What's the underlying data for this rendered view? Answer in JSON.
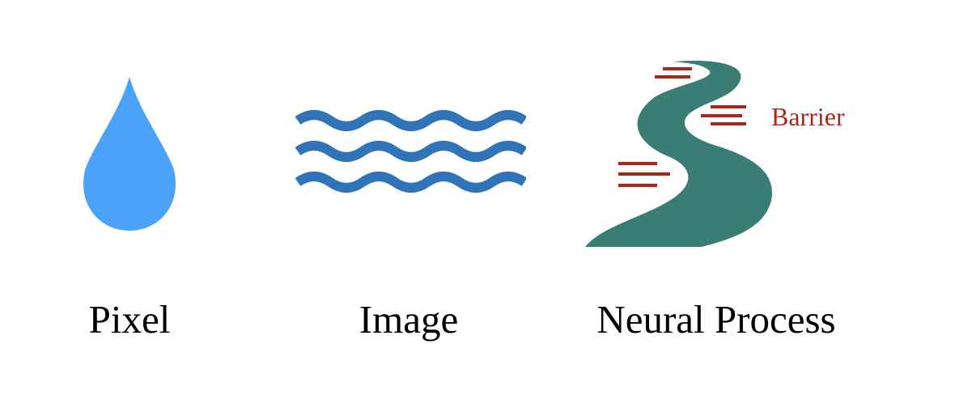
{
  "labels": {
    "pixel": "Pixel",
    "image": "Image",
    "neural_process": "Neural Process"
  },
  "annotation": {
    "barrier": "Barrier"
  },
  "icons": {
    "pixel": "water-drop-icon",
    "image": "water-waves-icon",
    "neural_process": "winding-river-icon"
  },
  "colors": {
    "drop": "#4aa3f9",
    "waves": "#2f74b9",
    "river": "#3a7d74",
    "barrier": "#a8291c",
    "text": "#000000"
  }
}
